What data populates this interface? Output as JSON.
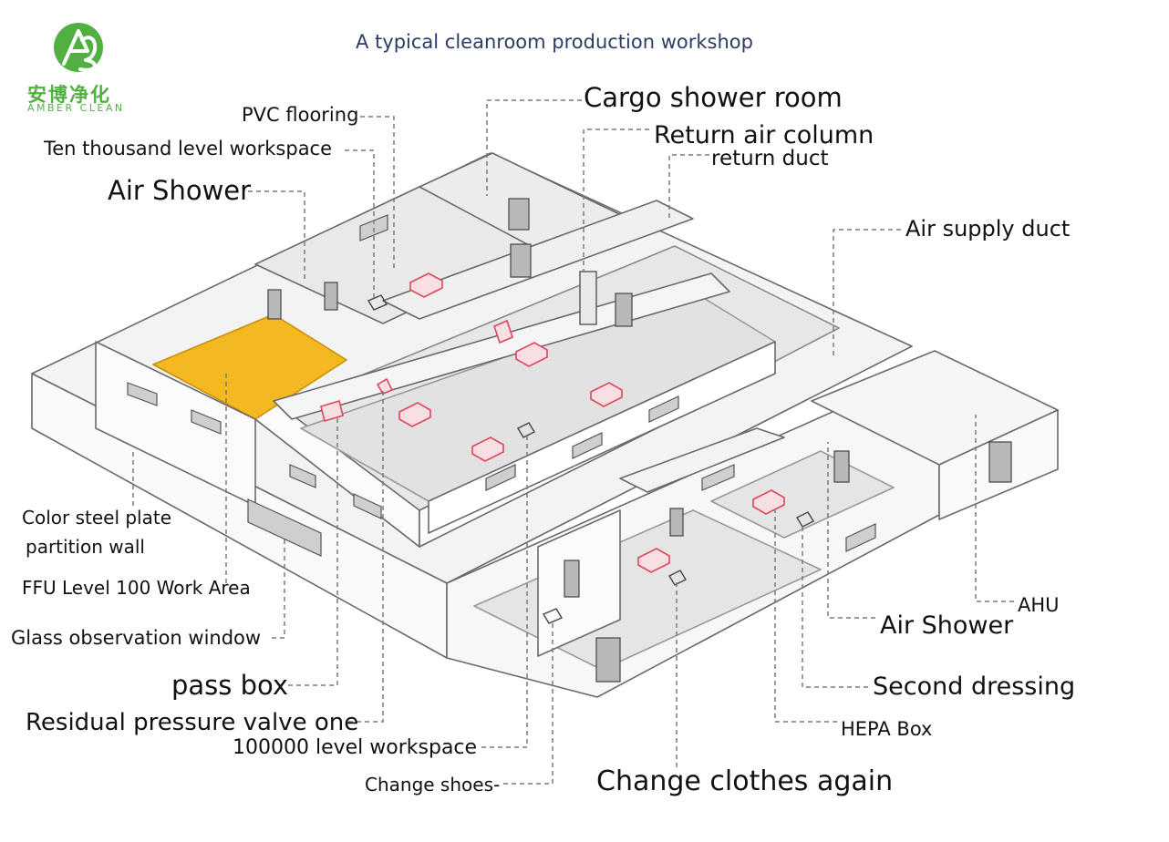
{
  "title": "A typical cleanroom production workshop",
  "logo": {
    "cn": "安博净化",
    "en": "AMBER CLEAN",
    "mark_color": "#52b043"
  },
  "colors": {
    "line": "#6a6a6a",
    "leader": "#7a7a7a",
    "floor": "#e7e7e7",
    "wall": "#fafafa",
    "ffu_area": "#f4b821",
    "fixture": "#e0455a"
  },
  "labels": {
    "pvc_flooring": "PVC flooring",
    "ten_thousand": "Ten thousand level workspace",
    "air_shower_left": "Air Shower",
    "cargo_shower": "Cargo shower room",
    "return_air_column": "Return air column",
    "return_duct": "return duct",
    "air_supply_duct": "Air supply duct",
    "color_steel_1": "Color steel plate",
    "color_steel_2": "partition  wall",
    "ffu_area": "FFU Level 100 Work Area",
    "glass_window": "Glass observation window",
    "pass_box": "pass box",
    "residual_valve": "Residual pressure valve one",
    "hundred_thousand": "100000 level workspace",
    "change_shoes": "Change shoes-",
    "change_clothes": "Change clothes again",
    "ahu": "AHU",
    "air_shower_right": "Air Shower",
    "second_dressing": "Second dressing",
    "hepa_box": "HEPA Box"
  }
}
